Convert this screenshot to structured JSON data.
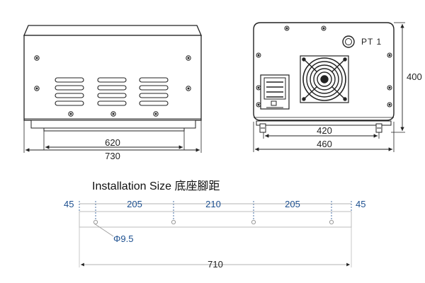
{
  "front_view": {
    "inner_width_label": "620",
    "outer_width_label": "730"
  },
  "side_view": {
    "panel_label": "PT 1",
    "height_label": "400",
    "inner_width_label": "420",
    "outer_width_label": "460"
  },
  "installation": {
    "title": "Installation Size 底座腳距",
    "edge_left_label": "45",
    "edge_right_label": "45",
    "spacing_labels": [
      "205",
      "210",
      "205"
    ],
    "hole_label": "Φ9.5",
    "total_label": "710"
  },
  "colors": {
    "line": "#222222",
    "dimension_blue": "#1c4f8f"
  }
}
